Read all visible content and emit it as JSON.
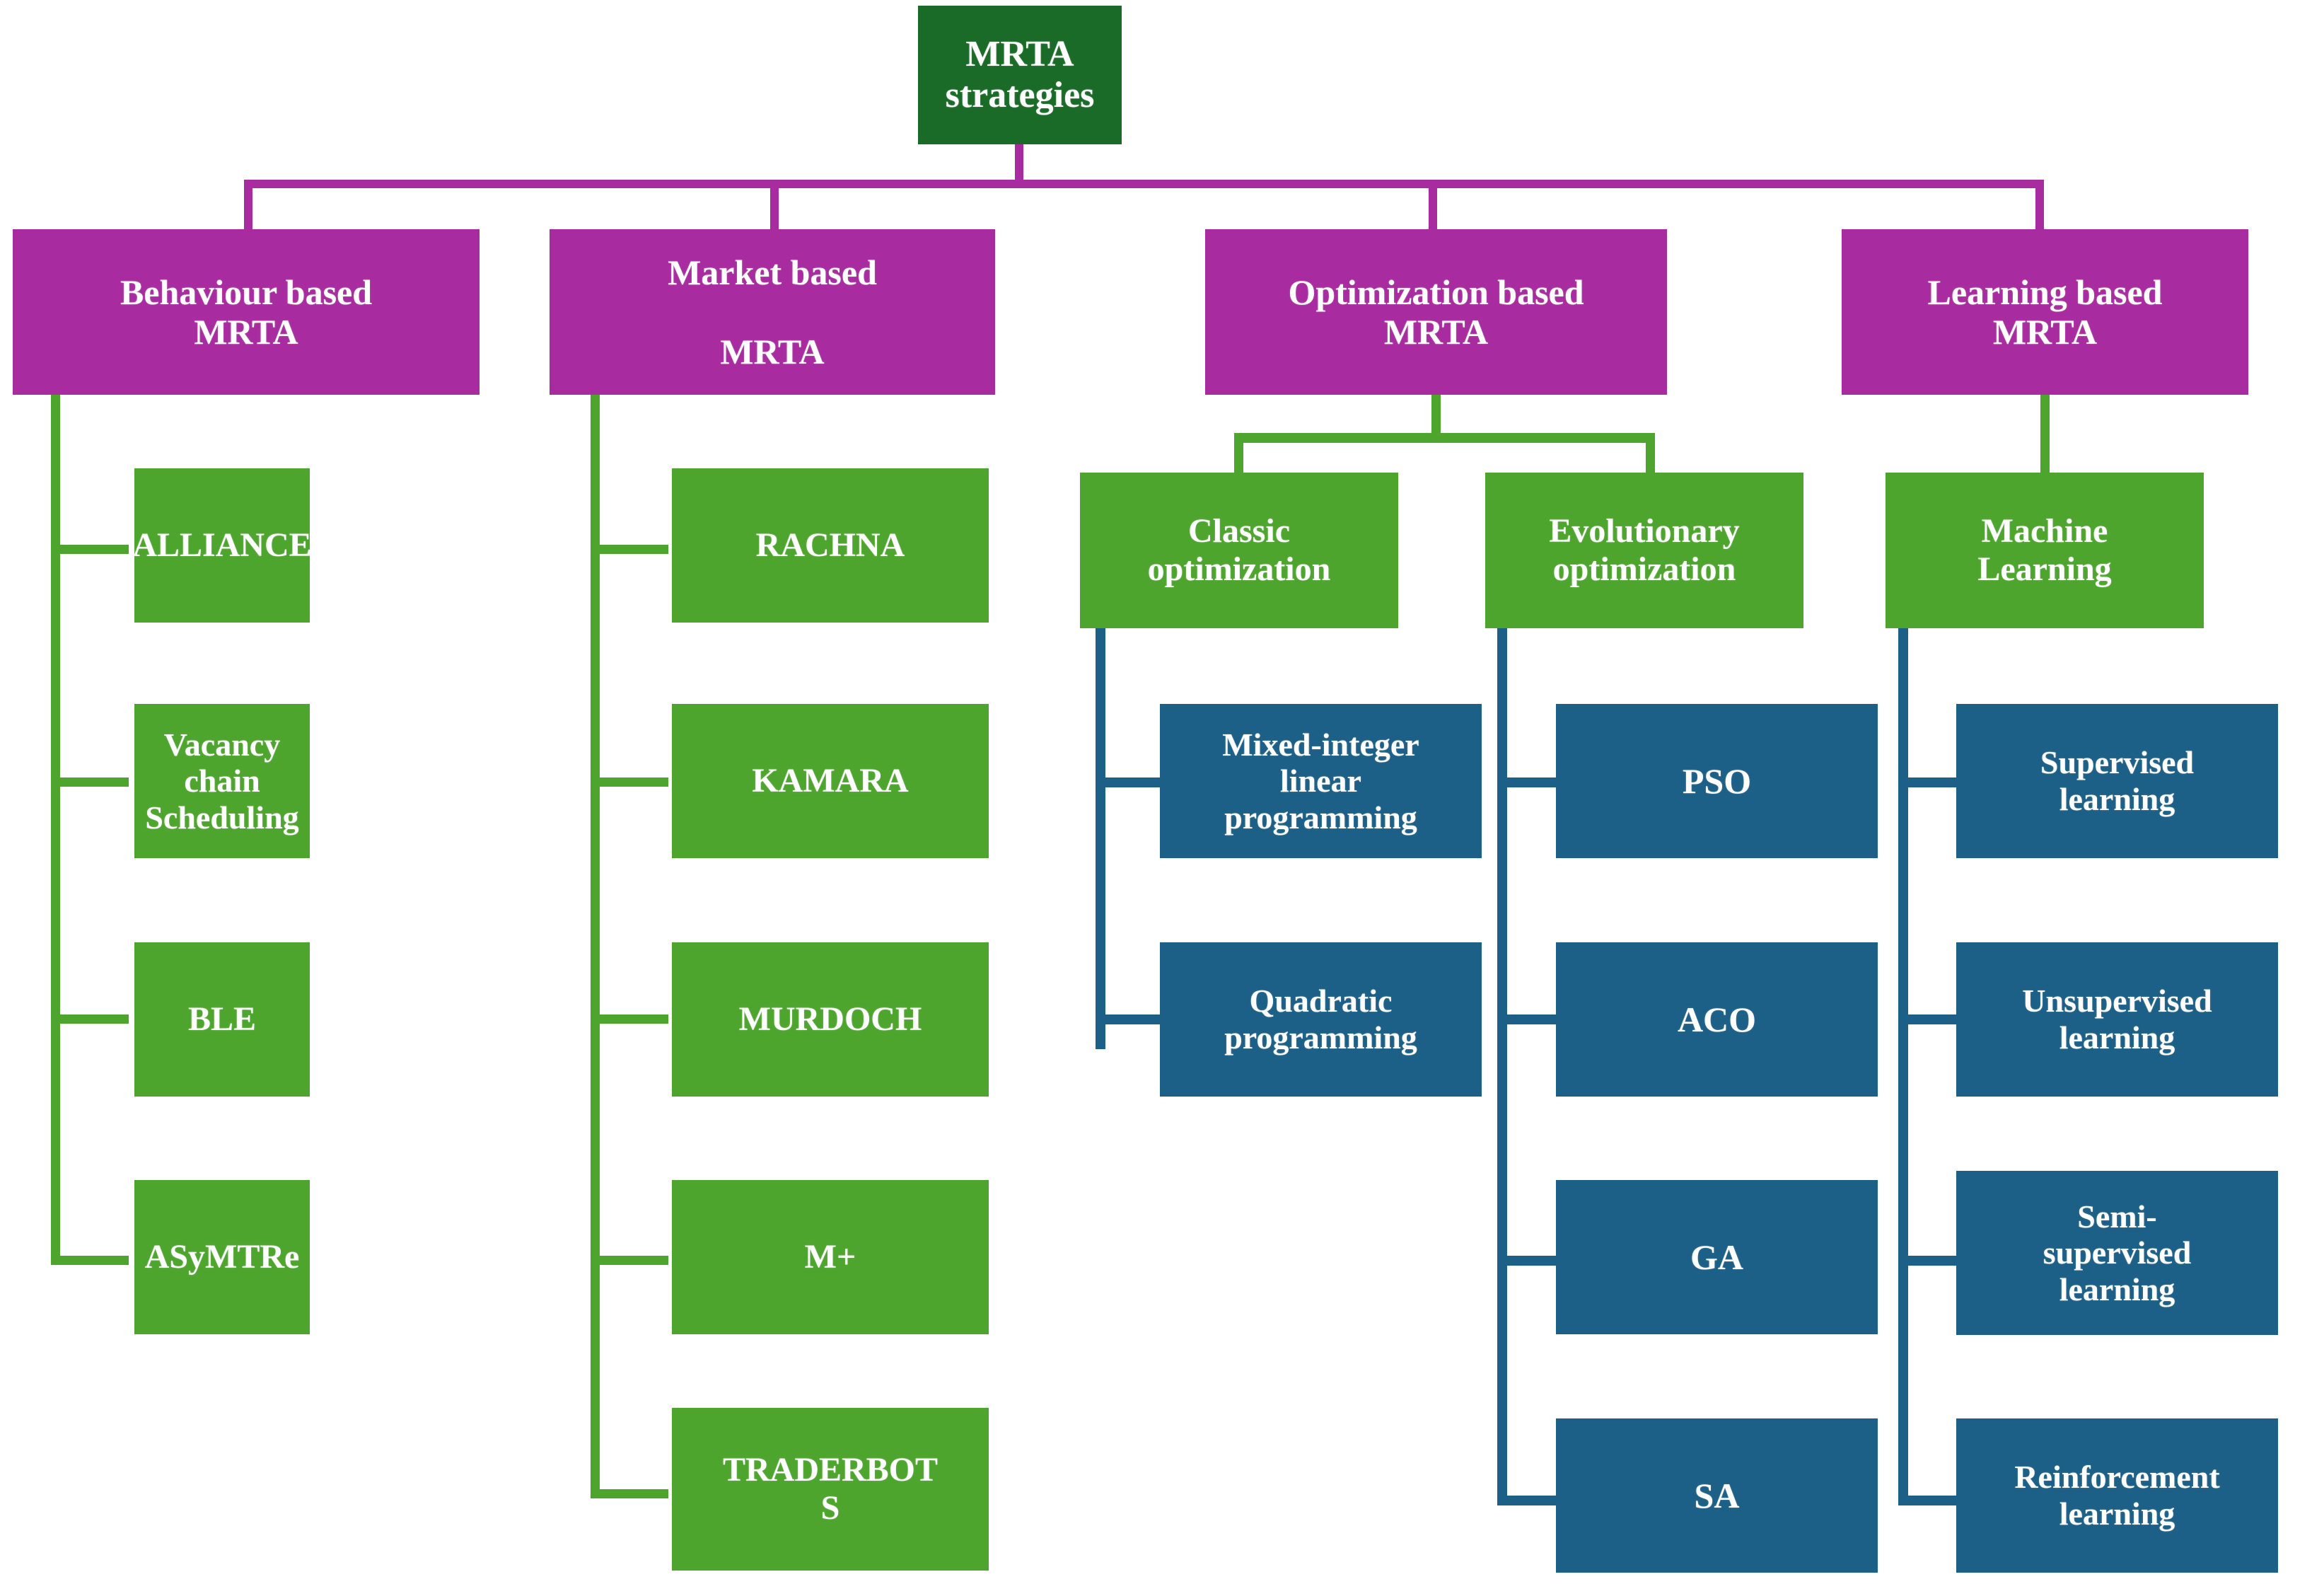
{
  "diagram": {
    "title_node": {
      "label": "MRTA strategies"
    },
    "categories": [
      {
        "label": "Behaviour based\nMRTA"
      },
      {
        "label": "Market based\n\nMRTA"
      },
      {
        "label": "Optimization based\nMRTA"
      },
      {
        "label": "Learning based\nMRTA"
      }
    ],
    "behaviour_children": [
      {
        "label": "ALLIANCE"
      },
      {
        "label": "Vacancy chain\nScheduling"
      },
      {
        "label": "BLE"
      },
      {
        "label": "ASyMTRe"
      }
    ],
    "market_children": [
      {
        "label": "RACHNA"
      },
      {
        "label": "KAMARA"
      },
      {
        "label": "MURDOCH"
      },
      {
        "label": "M+"
      },
      {
        "label": "TRADERBOT\nS"
      }
    ],
    "optimization_children": [
      {
        "label": "Classic\noptimization"
      },
      {
        "label": "Evolutionary\noptimization"
      }
    ],
    "classic_children": [
      {
        "label": "Mixed-integer\nlinear\nprogramming"
      },
      {
        "label": "Quadratic\nprogramming"
      }
    ],
    "evolutionary_children": [
      {
        "label": "PSO"
      },
      {
        "label": "ACO"
      },
      {
        "label": "GA"
      },
      {
        "label": "SA"
      }
    ],
    "learning_children": [
      {
        "label": "Machine\nLearning"
      }
    ],
    "ml_children": [
      {
        "label": "Supervised\nlearning"
      },
      {
        "label": "Unsupervised\nlearning"
      },
      {
        "label": "Semi-\nsupervised\nlearning"
      },
      {
        "label": "Reinforcement\nlearning"
      }
    ],
    "colors": {
      "root_green": "#1a6b27",
      "category_magenta": "#a82ca0",
      "leaf_green": "#4da52e",
      "leaf_blue": "#1c5f87",
      "text": "#ffffff",
      "background": "#ffffff"
    }
  }
}
